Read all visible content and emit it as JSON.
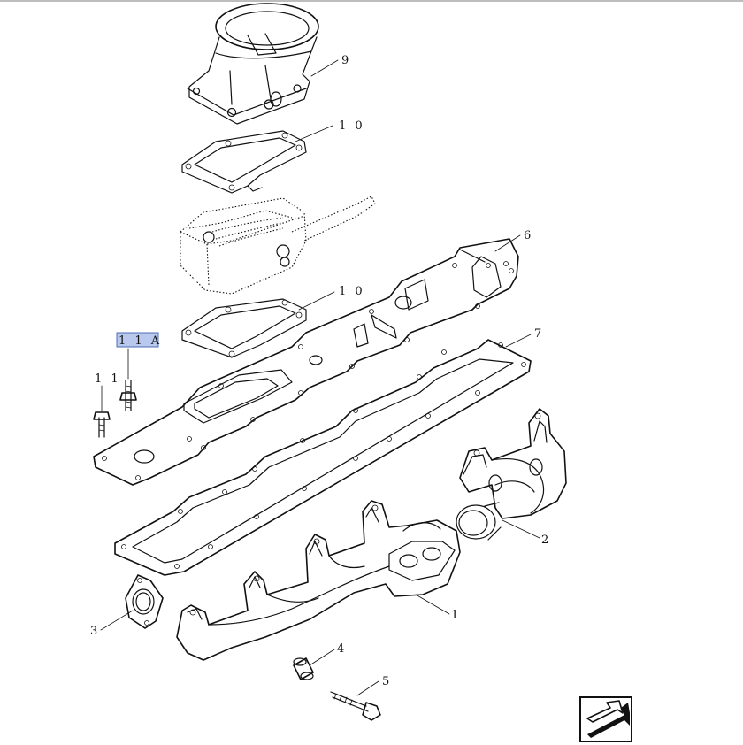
{
  "callouts": [
    {
      "id": "9",
      "label": "9"
    },
    {
      "id": "10a",
      "label": "1 0"
    },
    {
      "id": "6",
      "label": "6"
    },
    {
      "id": "10b",
      "label": "1 0"
    },
    {
      "id": "7",
      "label": "7"
    },
    {
      "id": "11A",
      "label": "1 1 A"
    },
    {
      "id": "11",
      "label": "1 1"
    },
    {
      "id": "2",
      "label": "2"
    },
    {
      "id": "1",
      "label": "1"
    },
    {
      "id": "3",
      "label": "3"
    },
    {
      "id": "4",
      "label": "4"
    },
    {
      "id": "5",
      "label": "5"
    }
  ],
  "highlight_color": "#b9c9ee",
  "nav_icon": "next-page-arrow-icon"
}
